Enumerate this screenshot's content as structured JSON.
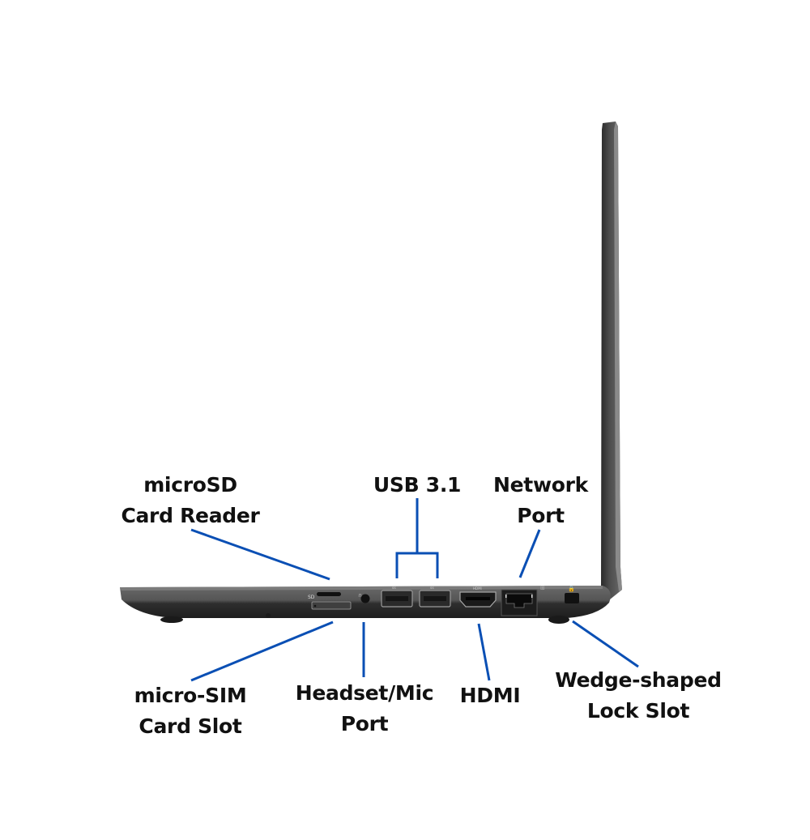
{
  "diagram": {
    "subject": "Laptop right side view (open)",
    "leader_color": "#0a4fb4",
    "body_colors": {
      "top": "#5f5f5f",
      "mid": "#4a4a4a",
      "bottom": "#2b2b2b",
      "port": "#111111"
    },
    "port_icons": {
      "sd": "SD",
      "usb_left": "ss",
      "usb_right": "ss",
      "hdmi": "HDMI",
      "network": "network-icon",
      "lock": "lock-icon",
      "headset": "headset-icon"
    }
  },
  "labels": {
    "microsd": {
      "line1": "microSD",
      "line2": "Card Reader"
    },
    "usb": {
      "line1": "USB 3.1"
    },
    "network": {
      "line1": "Network",
      "line2": "Port"
    },
    "microsim": {
      "line1": "micro-SIM",
      "line2": "Card Slot"
    },
    "headset": {
      "line1": "Headset/Mic",
      "line2": "Port"
    },
    "hdmi": {
      "line1": "HDMI"
    },
    "lock": {
      "line1": "Wedge-shaped",
      "line2": "Lock Slot"
    }
  }
}
